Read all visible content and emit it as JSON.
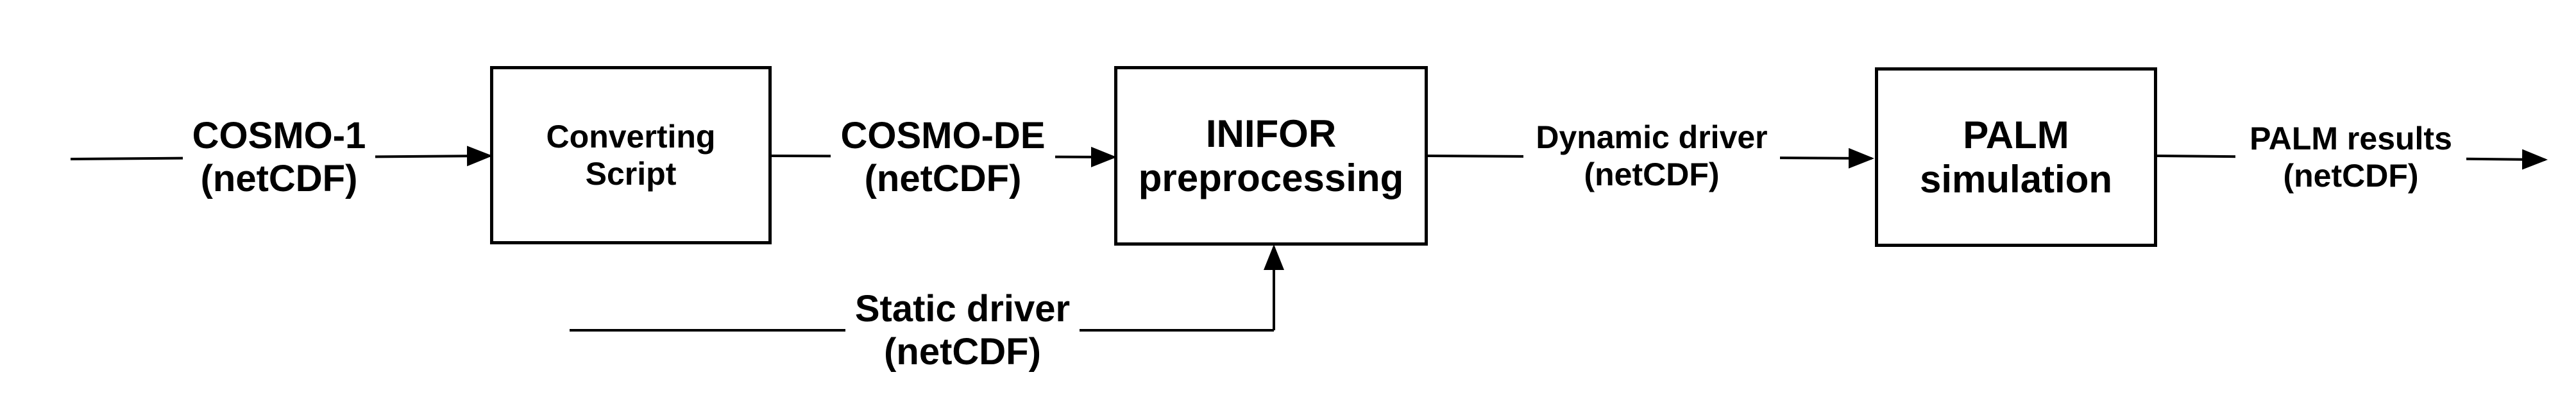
{
  "inputs": {
    "cosmo1": {
      "line1": "COSMO-1",
      "line2": "(netCDF)"
    },
    "cosmo_de": {
      "line1": "COSMO-DE",
      "line2": "(netCDF)"
    },
    "static_driver": {
      "line1": "Static driver",
      "line2": "(netCDF)"
    },
    "dynamic_driver": {
      "line1": "Dynamic driver",
      "line2": "(netCDF)"
    },
    "palm_results": {
      "line1": "PALM results",
      "line2": "(netCDF)"
    }
  },
  "boxes": {
    "converting_script": {
      "line1": "Converting",
      "line2": "Script"
    },
    "inifor": {
      "line1": "INIFOR",
      "line2": "preprocessing"
    },
    "palm": {
      "line1": "PALM",
      "line2": "simulation"
    }
  }
}
